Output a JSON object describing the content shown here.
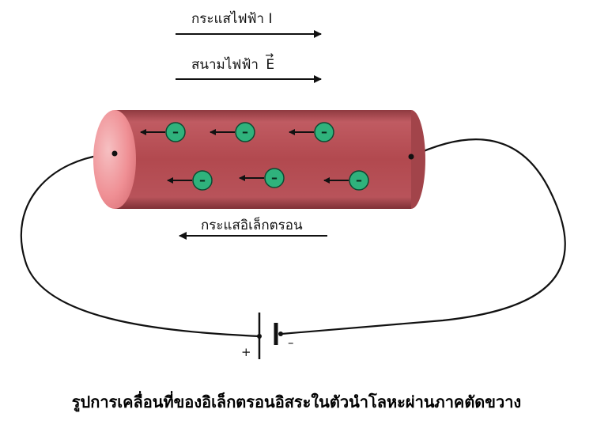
{
  "labels": {
    "current": "กระแสไฟฟ้า I",
    "field": "สนามไฟฟ้า",
    "field_symbol": "E",
    "electron_current": "กระแสอิเล็กตรอน",
    "plus": "+",
    "minus": "–"
  },
  "electron_symbol": "–",
  "electrons": [
    {
      "row": 1,
      "col": 1
    },
    {
      "row": 1,
      "col": 2
    },
    {
      "row": 1,
      "col": 3
    },
    {
      "row": 2,
      "col": 1
    },
    {
      "row": 2,
      "col": 2
    },
    {
      "row": 2,
      "col": 3
    }
  ],
  "caption": "รูปการเคลื่อนที่ของอิเล็กตรอนอิสระในตัวนำโลหะผ่านภาคตัดขวาง",
  "colors": {
    "conductor": "#b75158",
    "conductor_end": "#f08a90",
    "electron": "#2fb27c",
    "wire": "#111111"
  }
}
